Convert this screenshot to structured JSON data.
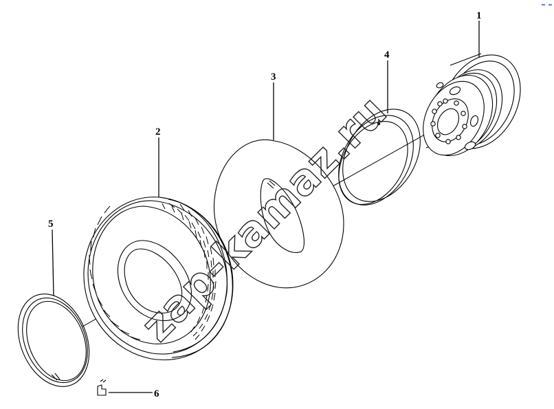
{
  "diagram": {
    "labels": [
      "1",
      "2",
      "3",
      "4",
      "5",
      "6"
    ],
    "watermark": "zap-kamaz.ru"
  },
  "colors": {
    "line": "#000000",
    "background": "#ffffff"
  }
}
